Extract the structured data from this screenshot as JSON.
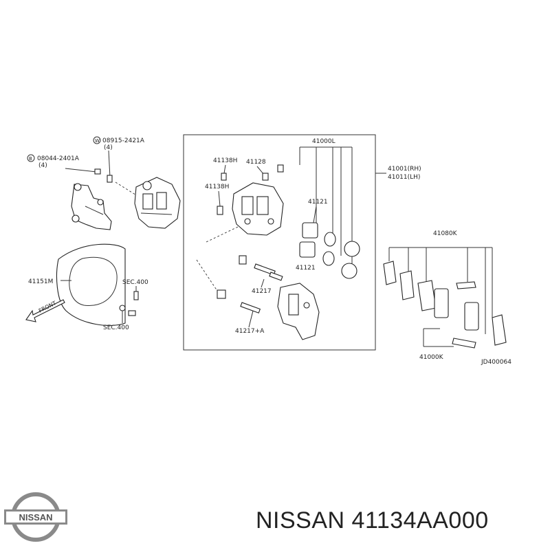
{
  "labels": {
    "w_code": "W",
    "bolt_a": "08915-2421A",
    "bolt_a_qty": "(4)",
    "b_code": "B",
    "bolt_b": "08044-2401A",
    "bolt_b_qty": "(4)",
    "caliper_assy": "41000L",
    "h1": "41138H",
    "p41128": "41128",
    "h2": "41138H",
    "rh": "41001(RH)",
    "lh": "41011(LH)",
    "piston1": "41121",
    "piston2": "41121",
    "pin": "41217",
    "pin_a": "41217+A",
    "shield": "41151M",
    "sec1": "SEC.400",
    "sec2": "SEC.400",
    "front": "FRONT",
    "pad_kit": "41080K",
    "pad": "41000K",
    "diagram_id": "JD400064"
  },
  "footer": {
    "logo_text": "NISSAN",
    "title": "NISSAN 41134AA000"
  }
}
